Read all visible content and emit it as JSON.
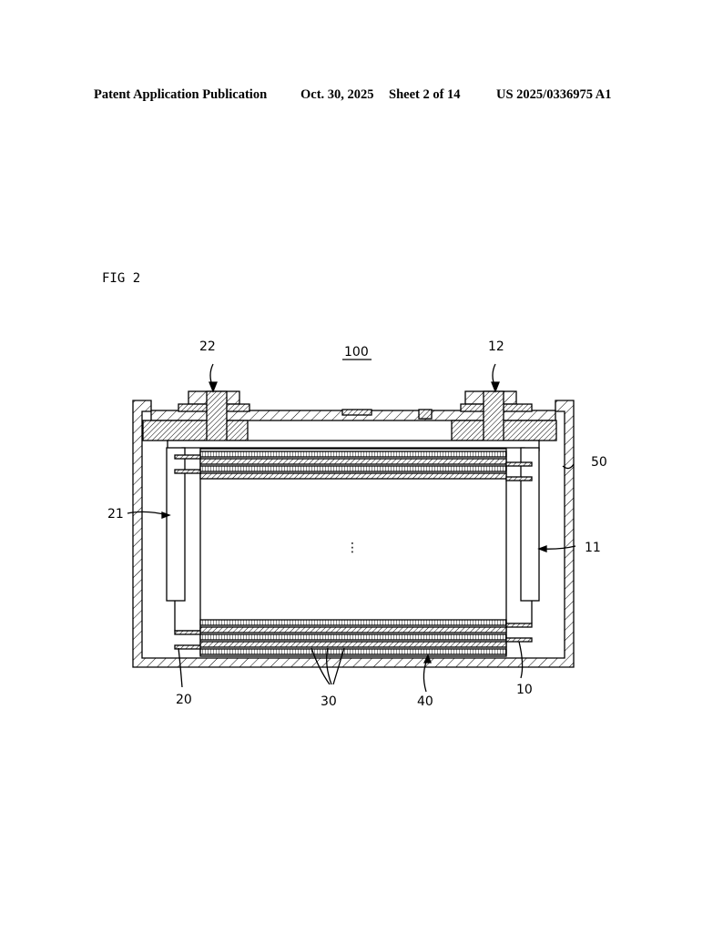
{
  "header": {
    "publication": "Patent Application Publication",
    "date": "Oct. 30, 2025",
    "sheet": "Sheet 2 of 14",
    "number": "US 2025/0336975 A1"
  },
  "figure": {
    "label": "FIG 2",
    "refs": {
      "assembly": "100",
      "terminal_left": "22",
      "terminal_right": "12",
      "case": "50",
      "tab_plate_left": "21",
      "tab_plate_right": "11",
      "tab_left": "20",
      "tab_right": "10",
      "electrodes": "30",
      "stack": "40"
    },
    "ellipsis": "⋮"
  }
}
